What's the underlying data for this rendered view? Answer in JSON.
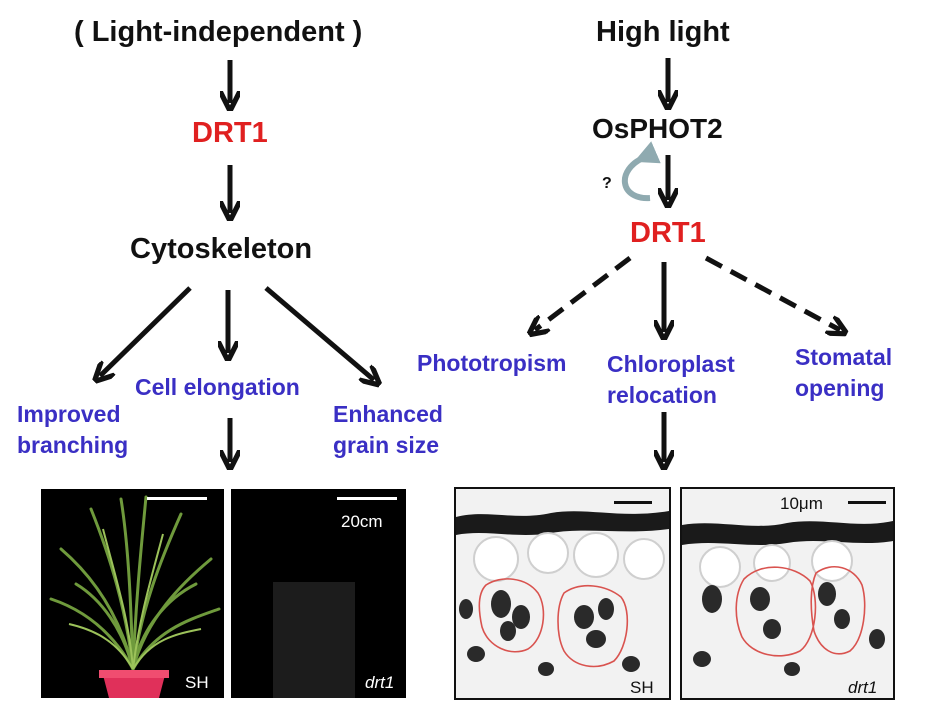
{
  "left": {
    "top_label": "( Light-independent )",
    "gene": "DRT1",
    "mid": "Cytoskeleton",
    "outcomes": {
      "branching": "Improved branching",
      "elongation": "Cell elongation",
      "grain": "Enhanced grain size"
    }
  },
  "right": {
    "top_label": "High light",
    "receptor": "OsPHOT2",
    "question": "?",
    "gene": "DRT1",
    "outcomes": {
      "phototropism": "Phototropism",
      "chloroplast": "Chloroplast relocation",
      "stomatal": "Stomatal opening"
    }
  },
  "panels": {
    "plant_wt": {
      "label": "SH"
    },
    "plant_mut": {
      "label": "drt1",
      "scale": "20cm"
    },
    "cell_wt": {
      "label": "SH"
    },
    "cell_mut": {
      "label": "drt1",
      "scale": "10μm"
    }
  },
  "colors": {
    "gene": "#e02020",
    "outcome": "#3a2fc4",
    "text": "#111111",
    "feedback_arrow": "#8faab0",
    "cell_outline": "#d9534f"
  }
}
